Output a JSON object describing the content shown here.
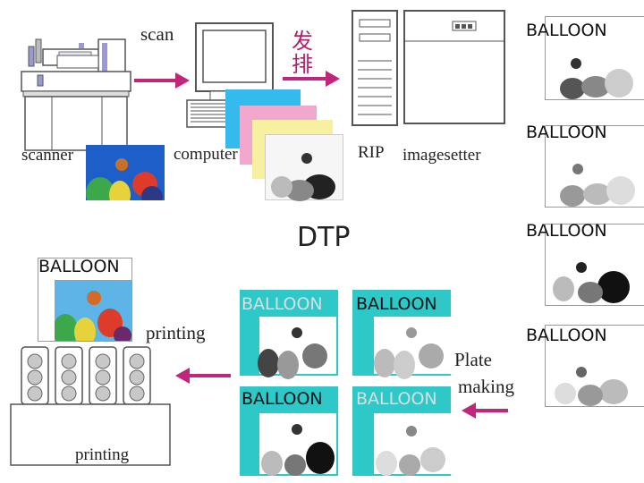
{
  "labels": {
    "scan": "scan",
    "typeset_line1": "发",
    "typeset_line2": "排",
    "scanner": "scanner",
    "computer": "computer",
    "rip": "RIP",
    "imagesetter": "imagesetter",
    "dtp": "DTP",
    "printing_mid": "printing",
    "printing_bottom": "printing",
    "plate": "Plate",
    "making": "making"
  },
  "cards": {
    "top_right": "BALLOON",
    "film_1": "BALLOON",
    "film_2": "BALLOON",
    "film_3": "BALLOON",
    "left_color": "BALLOON",
    "plate_teal_1": "BALLOON",
    "plate_white_1": "BALLOON",
    "plate_teal_2": "BALLOON",
    "plate_white_2": "BALLOON"
  },
  "colors": {
    "arrow": "#c0267a",
    "teal": "#2ec8c8",
    "device_stroke": "#555555",
    "device_fill": "#ffffff"
  }
}
